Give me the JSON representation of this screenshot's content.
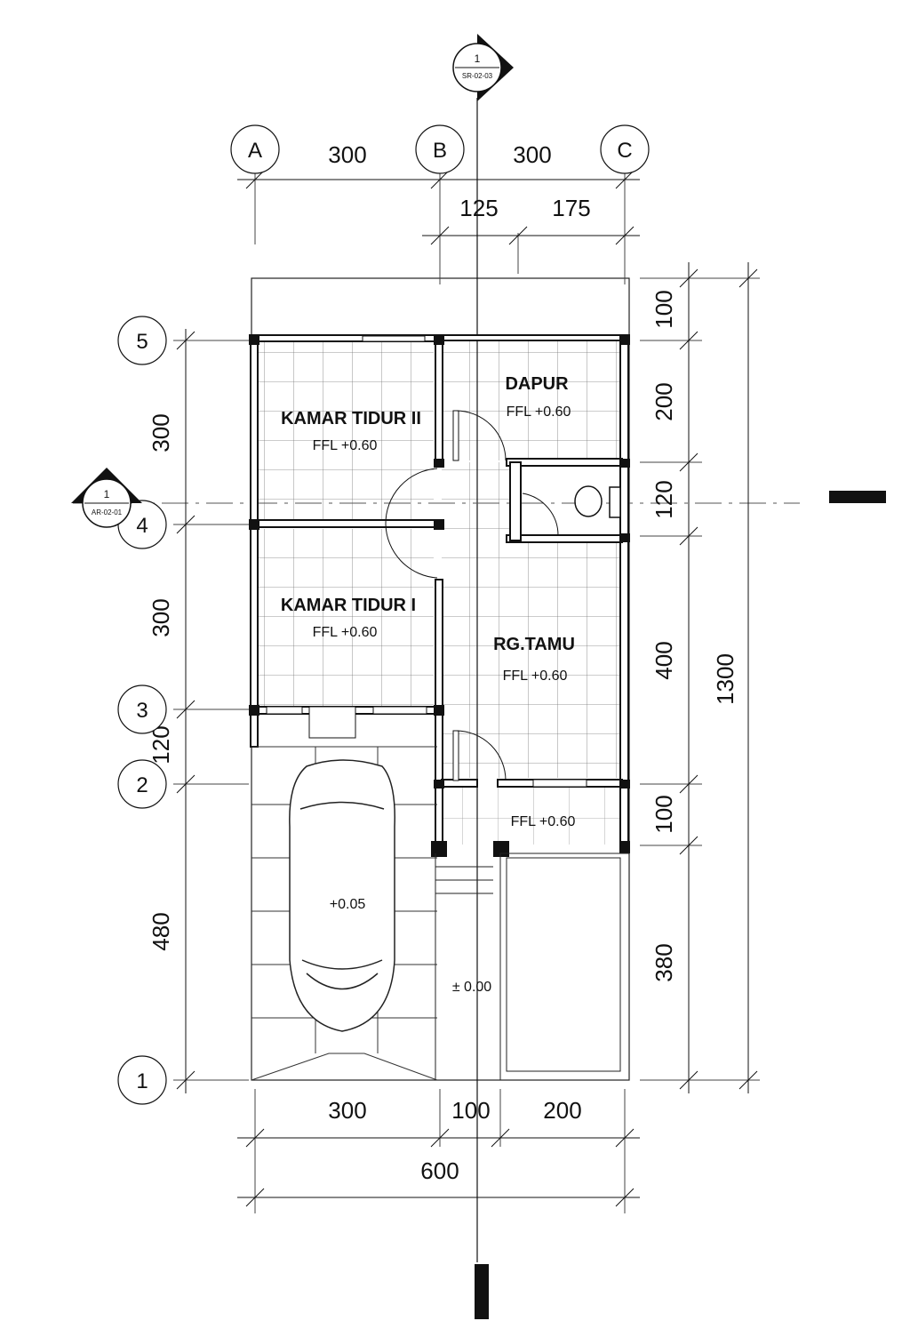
{
  "grid": {
    "columns": [
      "A",
      "B",
      "C"
    ],
    "rows": [
      "1",
      "2",
      "3",
      "4",
      "5"
    ]
  },
  "section_markers": {
    "top": {
      "number": "1",
      "sheet": "SR-02-03"
    },
    "left": {
      "number": "1",
      "sheet": "AR-02-01"
    }
  },
  "dimensions": {
    "top_row1": [
      "300",
      "300"
    ],
    "top_row2": [
      "125",
      "175"
    ],
    "bottom_row1": [
      "300",
      "100",
      "200"
    ],
    "bottom_total": "600",
    "left": [
      "300",
      "300",
      "120",
      "480"
    ],
    "right": [
      "100",
      "200",
      "120",
      "400",
      "100",
      "380"
    ],
    "right_total": "1300"
  },
  "rooms": {
    "bedroom2": {
      "name": "KAMAR TIDUR II",
      "level": "FFL +0.60"
    },
    "bedroom1": {
      "name": "KAMAR TIDUR I",
      "level": "FFL +0.60"
    },
    "kitchen": {
      "name": "DAPUR",
      "level": "FFL +0.60"
    },
    "living": {
      "name": "RG.TAMU",
      "level": "FFL +0.60"
    },
    "terrace": {
      "level": "FFL +0.60"
    },
    "carport": {
      "level": "+0.05"
    },
    "yard": {
      "level": "± 0.00"
    }
  }
}
